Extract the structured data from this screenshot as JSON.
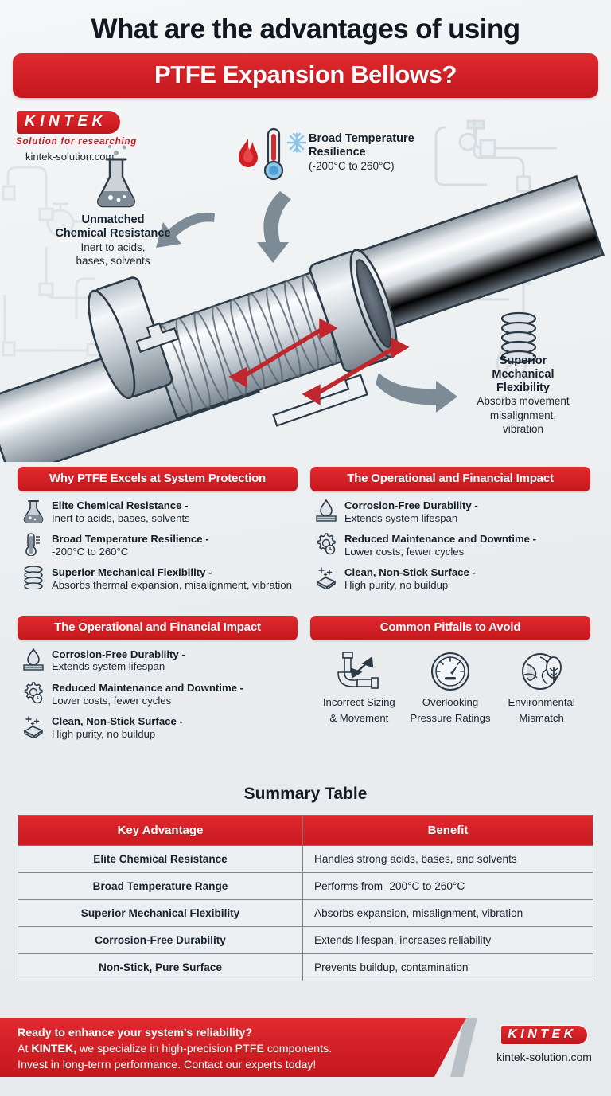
{
  "header": {
    "headline": "What are the advantages of using",
    "title": "PTFE Expansion Bellows?"
  },
  "brand": {
    "logo_text": "KINTEK",
    "tagline": "Solution for researching",
    "url": "kintek-solution.com"
  },
  "illustration": {
    "callouts": [
      {
        "id": "broad-temperature-resilience",
        "title_line1": "Broad Temperature",
        "title_line2": "Resilience",
        "subtitle": "(-200°C to 260°C)",
        "icons": [
          "flame-icon",
          "thermometer-icon",
          "snowflake-icon"
        ]
      },
      {
        "id": "unmatched-chemical-resistance",
        "title_line1": "Unmatched",
        "title_line2": "Chemical Resistance",
        "subtitle_line1": "Inert to acids,",
        "subtitle_line2": "bases, solvents",
        "icons": [
          "flask-icon"
        ]
      },
      {
        "id": "superior-mechanical-flexibility",
        "title_line1": "Superior",
        "title_line2": "Mechanical",
        "title_line3": "Flexibility",
        "subtitle_line1": "Absorbs movement",
        "subtitle_line2": "misalignment,",
        "subtitle_line3": "vibration",
        "icons": [
          "spring-coil-icon"
        ]
      }
    ]
  },
  "panels": [
    {
      "id": "why-ptfe-excels",
      "heading": "Why PTFE Excels at System Protection",
      "items": [
        {
          "icon": "flask-icon",
          "title": "Elite Chemical Resistance -",
          "desc": "Inert to acids, bases, solvents"
        },
        {
          "icon": "thermometer-icon",
          "title": "Broad Temperature Resilience -",
          "desc": "-200°C to 260°C"
        },
        {
          "icon": "spring-coil-icon",
          "title": "Superior Mechanical Flexibility -",
          "desc": "Absorbs thermal expansion, misalignment, vibration"
        }
      ]
    },
    {
      "id": "operational-financial-impact-right",
      "heading": "The Operational and Financial Impact",
      "items": [
        {
          "icon": "droplet-shield-icon",
          "title": "Corrosion-Free Durability -",
          "desc": "Extends system lifespan"
        },
        {
          "icon": "gear-clock-icon",
          "title": "Reduced Maintenance and Downtime -",
          "desc": "Lower costs, fewer cycles"
        },
        {
          "icon": "sparkle-surface-icon",
          "title": "Clean, Non-Stick Surface -",
          "desc": "High purity, no buildup"
        }
      ]
    },
    {
      "id": "operational-financial-impact-left",
      "heading": "The Operational and Financial Impact",
      "items": [
        {
          "icon": "droplet-shield-icon",
          "title": "Corrosion-Free Durability -",
          "desc": "Extends system lifespan"
        },
        {
          "icon": "gear-clock-icon",
          "title": "Reduced Maintenance and Downtime -",
          "desc": "Lower costs, fewer cycles"
        },
        {
          "icon": "sparkle-surface-icon",
          "title": "Clean, Non-Stick Surface -",
          "desc": "High purity, no buildup"
        }
      ]
    }
  ],
  "pitfalls": {
    "heading": "Common Pitfalls to Avoid",
    "items": [
      {
        "icon": "pipe-arrow-icon",
        "label_line1": "Incorrect Sizing",
        "label_line2": "& Movement"
      },
      {
        "icon": "pressure-gauge-icon",
        "label_line1": "Overlooking",
        "label_line2": "Pressure Ratings"
      },
      {
        "icon": "globe-tree-icon",
        "label_line1": "Environmental",
        "label_line2": "Mismatch"
      }
    ]
  },
  "summary": {
    "title": "Summary Table",
    "columns": [
      "Key Advantage",
      "Benefit"
    ],
    "rows": [
      [
        "Elite Chemical Resistance",
        "Handles strong acids, bases, and solvents"
      ],
      [
        "Broad Temperature Range",
        "Performs from -200°C to 260°C"
      ],
      [
        "Superior Mechanical Flexibility",
        "Absorbs expansion, misalignment, vibration"
      ],
      [
        "Corrosion-Free Durability",
        "Extends lifespan, increases reliability"
      ],
      [
        "Non-Stick, Pure Surface",
        "Prevents buildup, contamination"
      ]
    ]
  },
  "footer": {
    "line1": "Ready to enhance your system's reliability?",
    "line2_pre": "At ",
    "line2_brand": "KINTEK,",
    "line2_post": " we specialize in high-precision PTFE components.",
    "line3": "Invest in long-terrn performance. Contact our experts today!",
    "logo_text": "KINTEK",
    "url": "kintek-solution.com"
  },
  "colors": {
    "brand_red": "#d01f25",
    "red_dark": "#c4181e",
    "background": "#eceff1",
    "text_dark": "#16202a",
    "metal_light": "#f2f4f6",
    "metal_mid": "#b9c2ca",
    "metal_dark": "#6c7782",
    "outline": "#2b3a46",
    "arrow_red": "#c0272d",
    "arrow_gray": "#7d8b97"
  }
}
